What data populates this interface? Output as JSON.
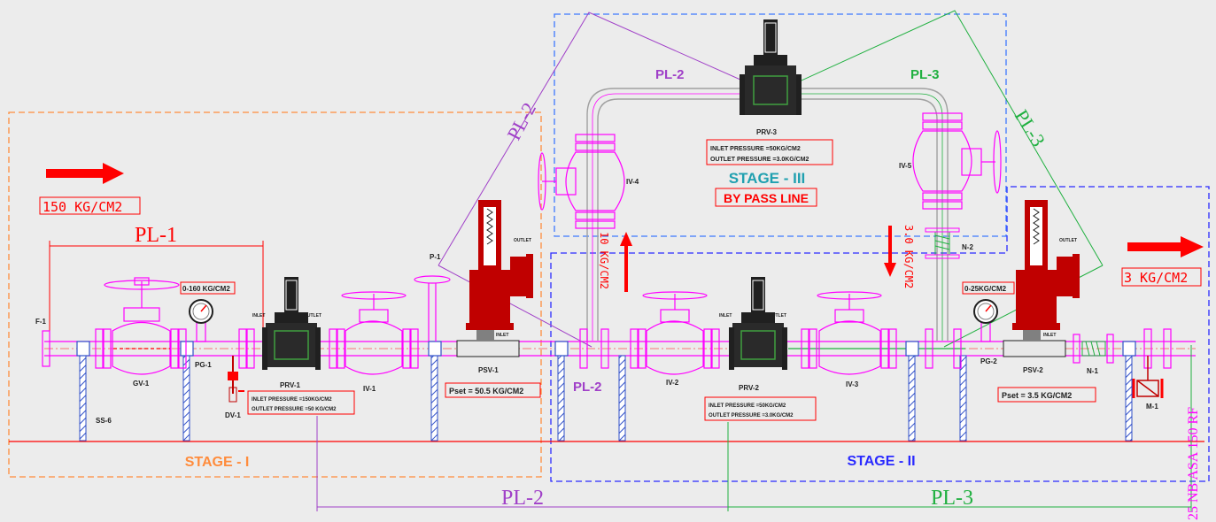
{
  "labels": {
    "pressure_in": "150 KG/CM2",
    "pressure_out": "3 KG/CM2",
    "pl1": "PL-1",
    "pl2": "PL-2",
    "pl3": "PL-3",
    "stage1": "STAGE - I",
    "stage2": "STAGE - II",
    "stage3": "STAGE - III",
    "bypass": "BY PASS LINE",
    "f1": "F-1",
    "gv1": "GV-1",
    "pg1": "PG-1",
    "pg1_range": "0-160 KG/CM2",
    "dv1": "DV-1",
    "ss6": "SS-6",
    "prv1": "PRV-1",
    "prv1_inlet": "INLET PRESSURE =150KG/CM2",
    "prv1_outlet": "OUTLET PRESSURE =50 KG/CM2",
    "iv1": "IV-1",
    "p1": "P-1",
    "psv1": "PSV-1",
    "psv1_set": "Pset = 50.5 KG/CM2",
    "iv2": "IV-2",
    "prv2": "PRV-2",
    "prv2_inlet": "INLET PRESSURE =50KG/CM2",
    "prv2_outlet": "OUTLET PRESSURE =3.0KG/CM2",
    "iv3": "IV-3",
    "pg2": "PG-2",
    "pg2_range": "0-25KG/CM2",
    "psv2": "PSV-2",
    "psv2_set": "Pset = 3.5 KG/CM2",
    "n1": "N-1",
    "n2": "N-2",
    "m1": "M-1",
    "prv3": "PRV-3",
    "prv3_inlet": "INLET PRESSURE =50KG/CM2",
    "prv3_outlet": "OUTLET PRESSURE =3.0KG/CM2",
    "iv4": "IV-4",
    "iv5": "IV-5",
    "flow10": "10 KG/CM2",
    "flow3": "3.0 KG/CM2",
    "size": "25 NB ASA 150 RF",
    "inlet": "INLET",
    "outlet": "OUTLET"
  },
  "colors": {
    "background": "#ececec",
    "pipe": "#ff00ff",
    "stage1": "#ff8c3c",
    "stage2": "#2a2aff",
    "stage3": "#3c78ff",
    "pl2": "#a040c8",
    "pl3": "#20b040",
    "red": "#ff0000",
    "dark_red": "#c00000",
    "support": "#3050c8",
    "valve_dark": "#202020"
  }
}
